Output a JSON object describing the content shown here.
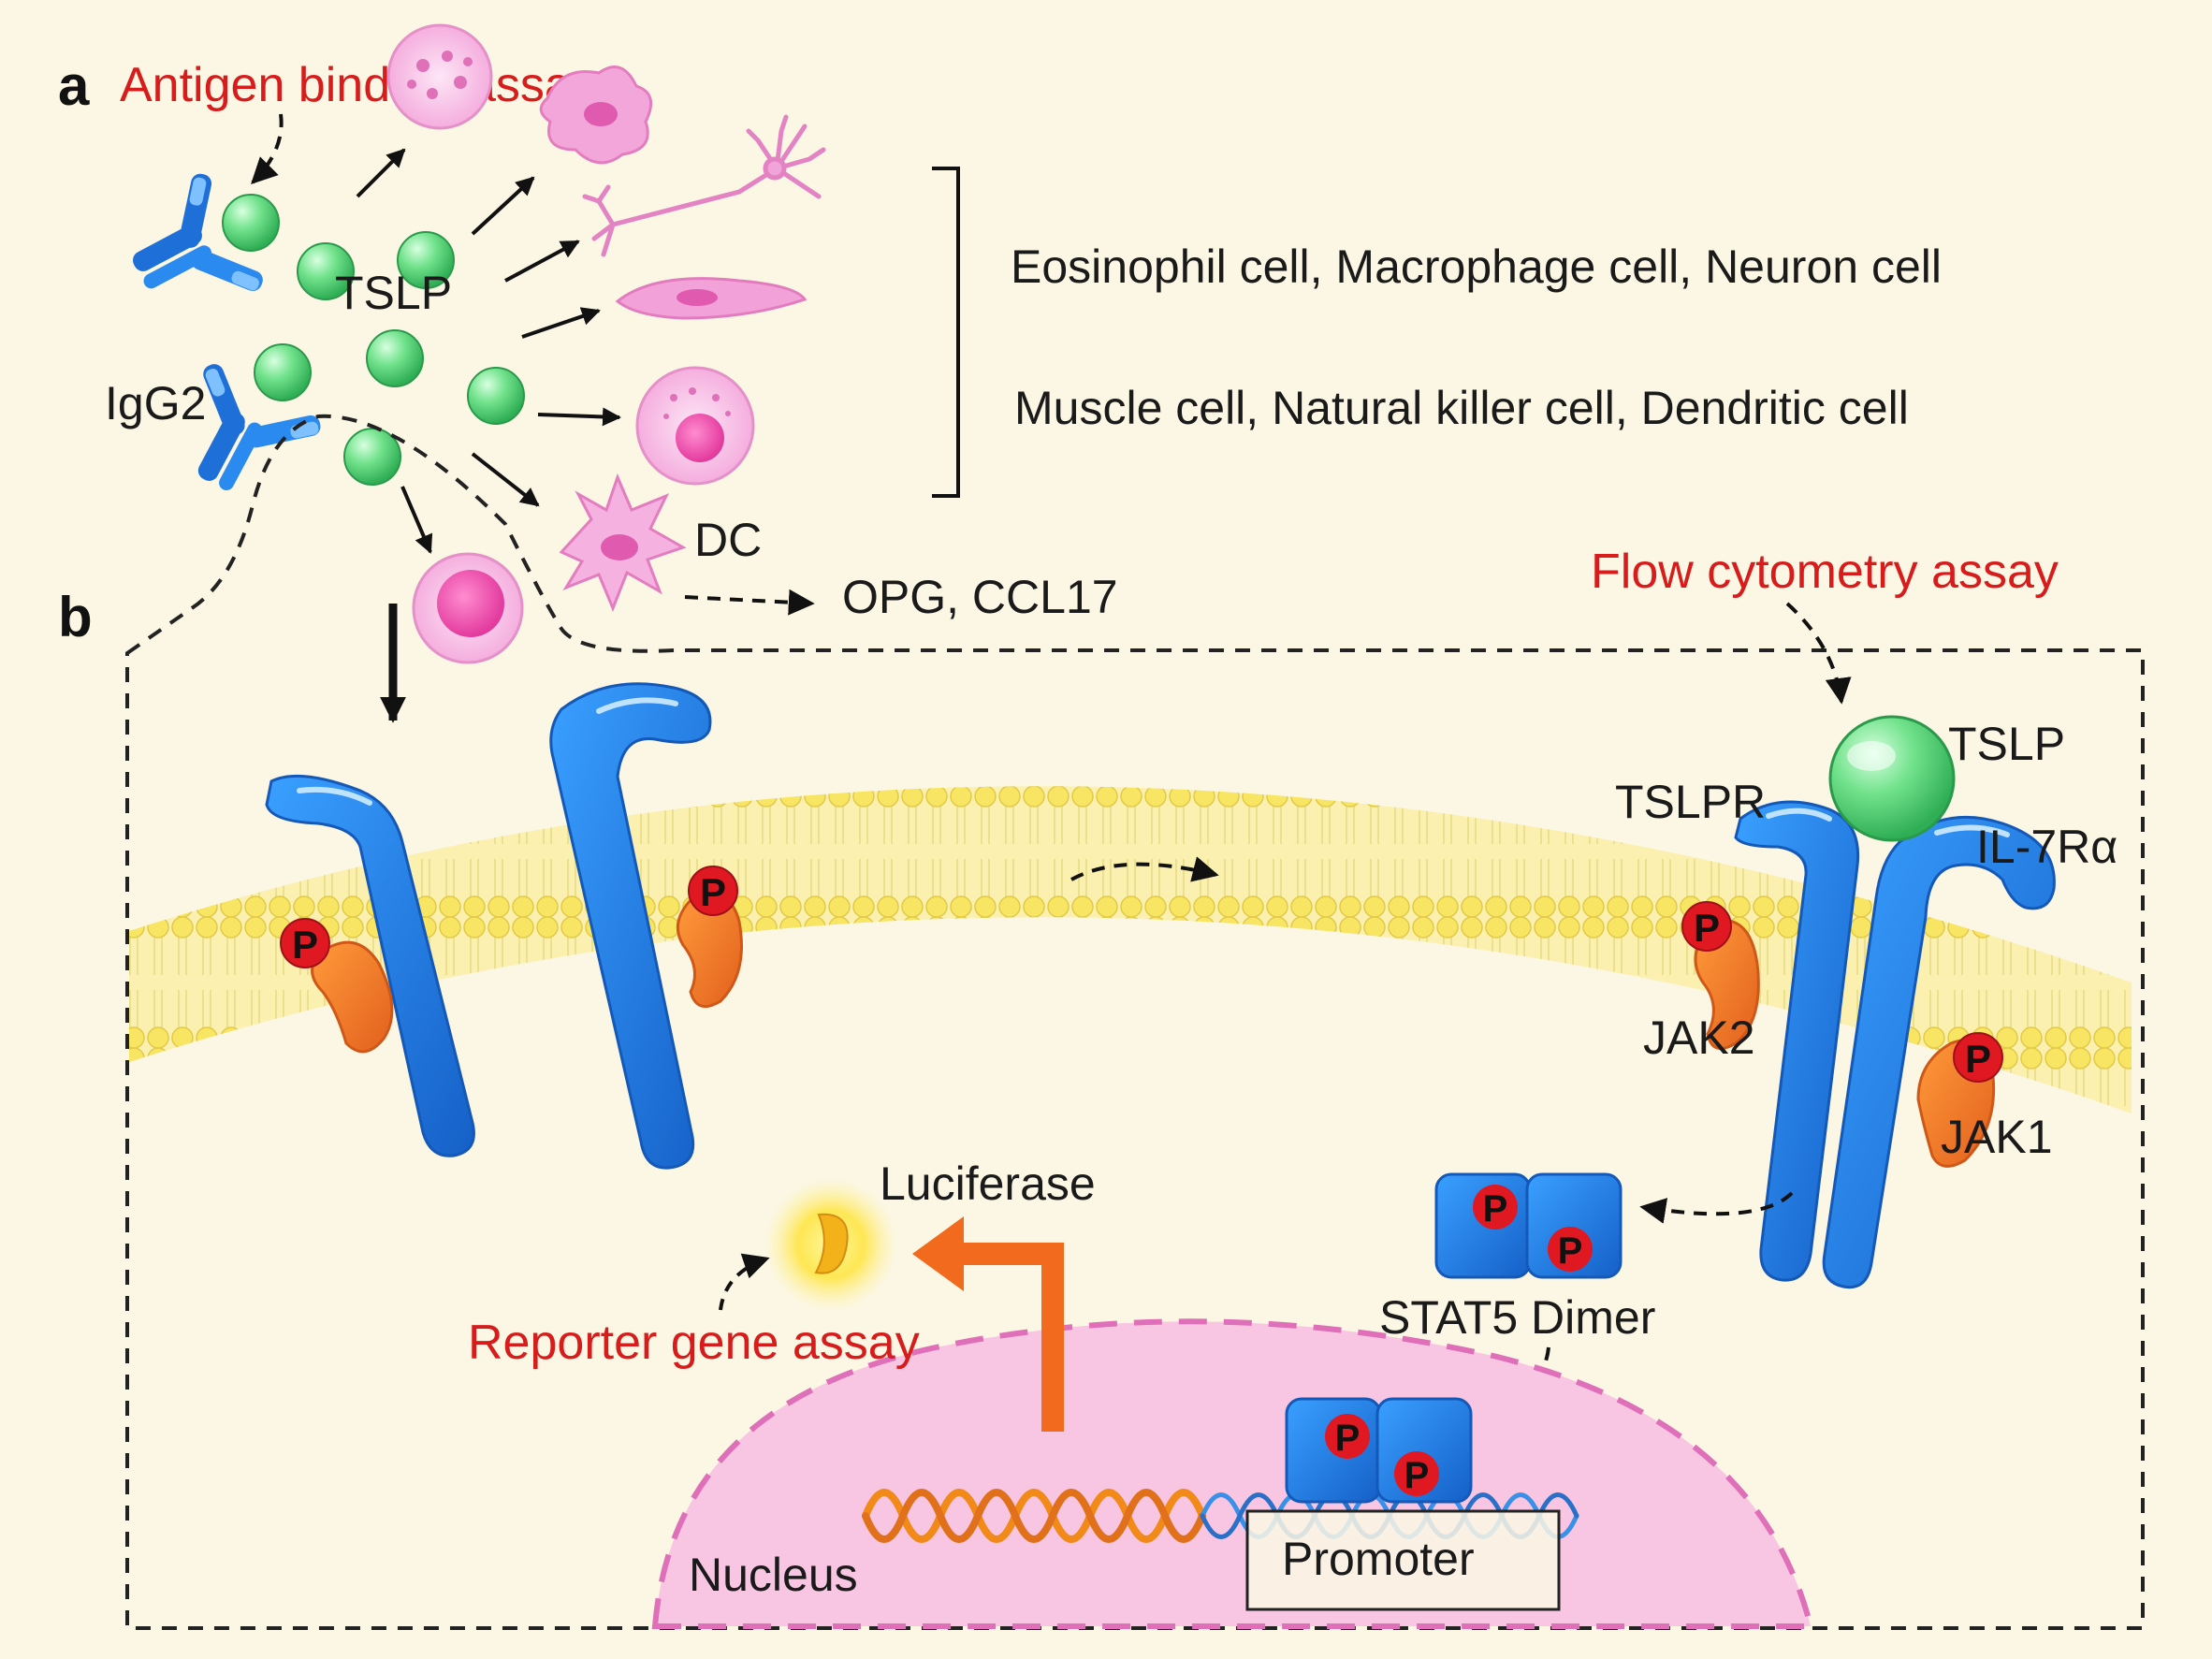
{
  "panels": {
    "a": "a",
    "b": "b"
  },
  "assays": {
    "antigen_binding": "Antigen binding assay",
    "flow_cytometry": "Flow cytometry assay",
    "reporter_gene": "Reporter gene assay"
  },
  "labels": {
    "tslp_cluster": "TSLP",
    "igg2": "IgG2",
    "dc": "DC",
    "opg_ccl17": "OPG, CCL17",
    "cell_types_line1": "Eosinophil cell, Macrophage cell, Neuron cell",
    "cell_types_line2": "Muscle cell, Natural killer cell, Dendritic cell",
    "tslp_bound": "TSLP",
    "tslpr": "TSLPR",
    "il7ra": "IL-7Rα",
    "jak2": "JAK2",
    "jak1": "JAK1",
    "stat5": "STAT5 Dimer",
    "luciferase": "Luciferase",
    "nucleus": "Nucleus",
    "promoter": "Promoter"
  },
  "phospho_label": "P",
  "colors": {
    "background": "#fbf7e4",
    "assay_red": "#d81c1c",
    "tslp_green": "#6fe08a",
    "receptor_blue": "#1f7fe0",
    "jak_orange": "#f07a2a",
    "phospho_red": "#e01822",
    "membrane_yellow": "#f7e46a",
    "nucleus_pink": "#f6c6e0",
    "dna_orange": "#f28a1a",
    "dna_blue": "#3a8fe8",
    "arrow_orange": "#f26a1e",
    "cell_pink": "#f08ad0"
  },
  "icons": [
    "antibody-icon",
    "tslp-molecule-icon",
    "eosinophil-cell-icon",
    "macrophage-cell-icon",
    "neuron-cell-icon",
    "muscle-cell-icon",
    "natural-killer-cell-icon",
    "dendritic-cell-icon",
    "receptor-icon",
    "jak-kinase-icon",
    "phospho-icon",
    "stat5-dimer-icon",
    "luciferase-glow-icon",
    "dna-helix-icon",
    "nucleus-icon"
  ]
}
